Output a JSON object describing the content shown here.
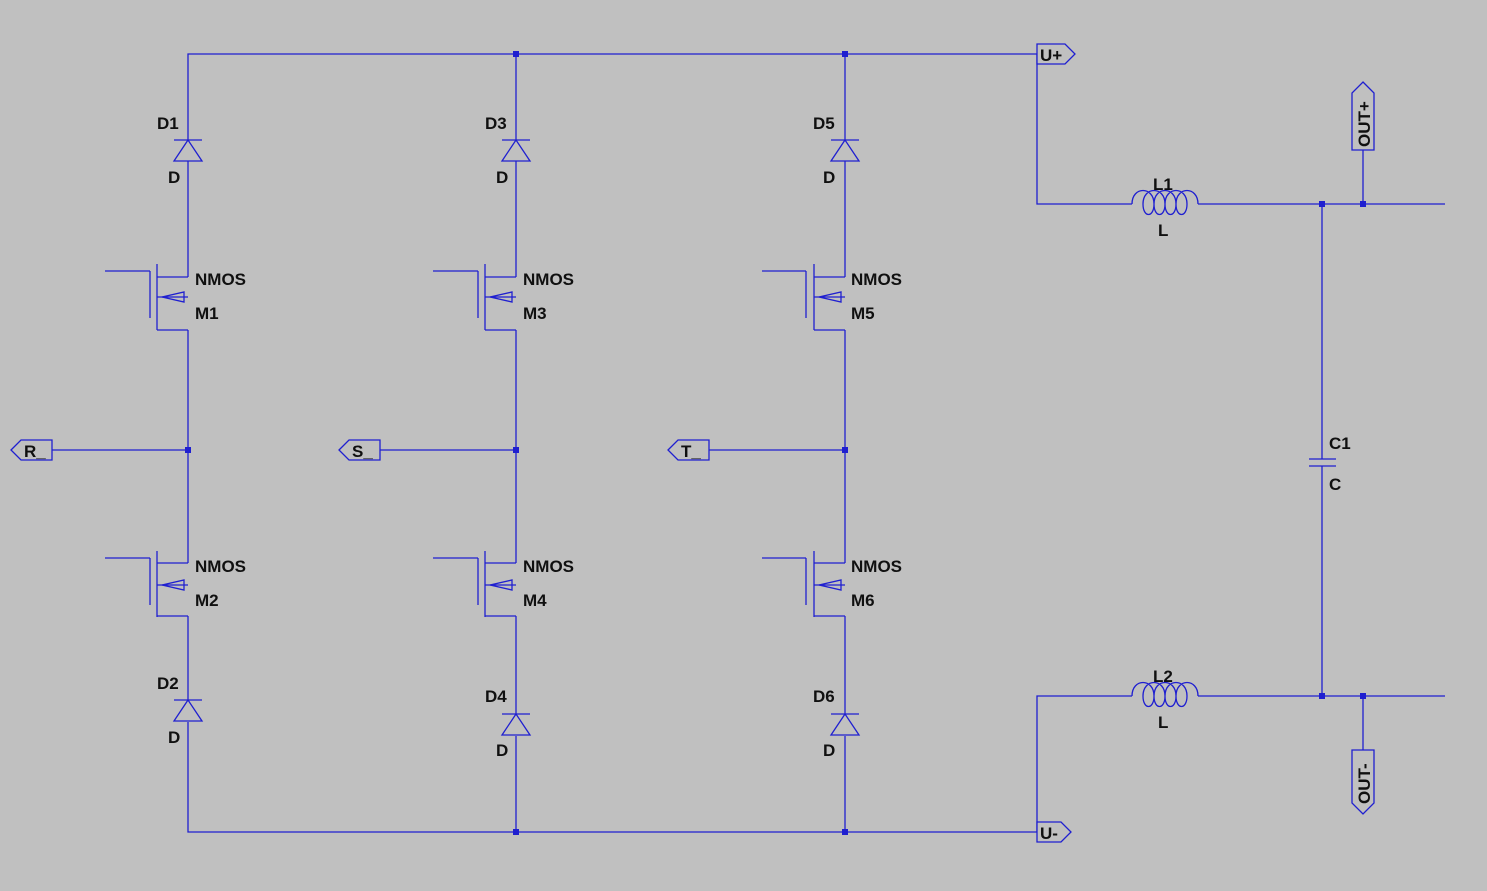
{
  "diagram": {
    "diodes": [
      {
        "ref": "D1",
        "model": "D"
      },
      {
        "ref": "D2",
        "model": "D"
      },
      {
        "ref": "D3",
        "model": "D"
      },
      {
        "ref": "D4",
        "model": "D"
      },
      {
        "ref": "D5",
        "model": "D"
      },
      {
        "ref": "D6",
        "model": "D"
      }
    ],
    "mosfets": [
      {
        "ref": "M1",
        "model": "NMOS"
      },
      {
        "ref": "M2",
        "model": "NMOS"
      },
      {
        "ref": "M3",
        "model": "NMOS"
      },
      {
        "ref": "M4",
        "model": "NMOS"
      },
      {
        "ref": "M5",
        "model": "NMOS"
      },
      {
        "ref": "M6",
        "model": "NMOS"
      }
    ],
    "inductors": [
      {
        "ref": "L1",
        "model": "L"
      },
      {
        "ref": "L2",
        "model": "L"
      }
    ],
    "capacitors": [
      {
        "ref": "C1",
        "model": "C"
      }
    ],
    "net_labels": {
      "r": "R_",
      "s": "S_",
      "t": "T_",
      "u_plus": "U+",
      "u_minus": "U-",
      "out_plus": "OUT+",
      "out_minus": "OUT-"
    },
    "colors": {
      "background": "#c0c0c0",
      "wire": "#1f1fd0",
      "text": "#101010"
    }
  }
}
